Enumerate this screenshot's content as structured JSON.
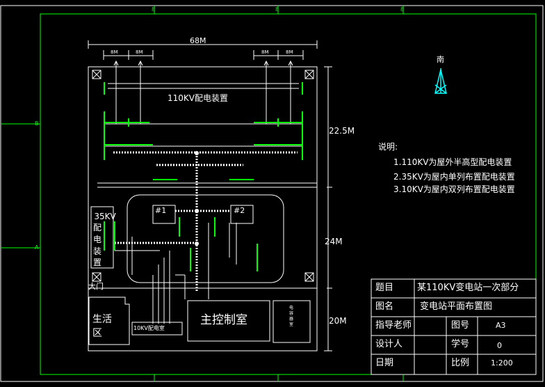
{
  "dimension": {
    "total": "68M",
    "upper_spacings": [
      "8M",
      "8M",
      "8M",
      "8M"
    ],
    "right_heights": [
      "22.5M",
      "24M",
      "20M"
    ]
  },
  "compass": {
    "label": "南"
  },
  "areas": {
    "hv_110": "110KV配电装置",
    "kv35_chars": [
      "35KV",
      "配",
      "电",
      "装",
      "置"
    ],
    "transformer_1": "#1",
    "transformer_2": "#2",
    "gate": "大门",
    "living_chars": [
      "生活",
      "区"
    ],
    "room_10kv": "10KV配电室",
    "control_room": "主控制室",
    "capacitor_chars": [
      "电",
      "容",
      "器",
      "室"
    ]
  },
  "notes": {
    "title": "说明:",
    "items": [
      "1.110KV为屋外半高型配电装置",
      "2.35KV为屋内单列布置配电装置",
      "3.10KV为屋内双列布置配电装置"
    ]
  },
  "titleblock": {
    "topic_label": "题目",
    "topic_value": "某110KV变电站一次部分",
    "drawing_label": "图名",
    "drawing_value": "变电站平面布置图",
    "teacher_label": "指导老师",
    "figno_label": "图号",
    "figno_value": "A3",
    "designer_label": "设计人",
    "stuno_label": "学号",
    "stuno_value": "0",
    "date_label": "日期",
    "scale_label": "比例",
    "scale_value": "1:200"
  },
  "border_marks": {
    "columns": [
      "8",
      "8",
      "8"
    ],
    "rows": [
      "B",
      "A"
    ]
  }
}
